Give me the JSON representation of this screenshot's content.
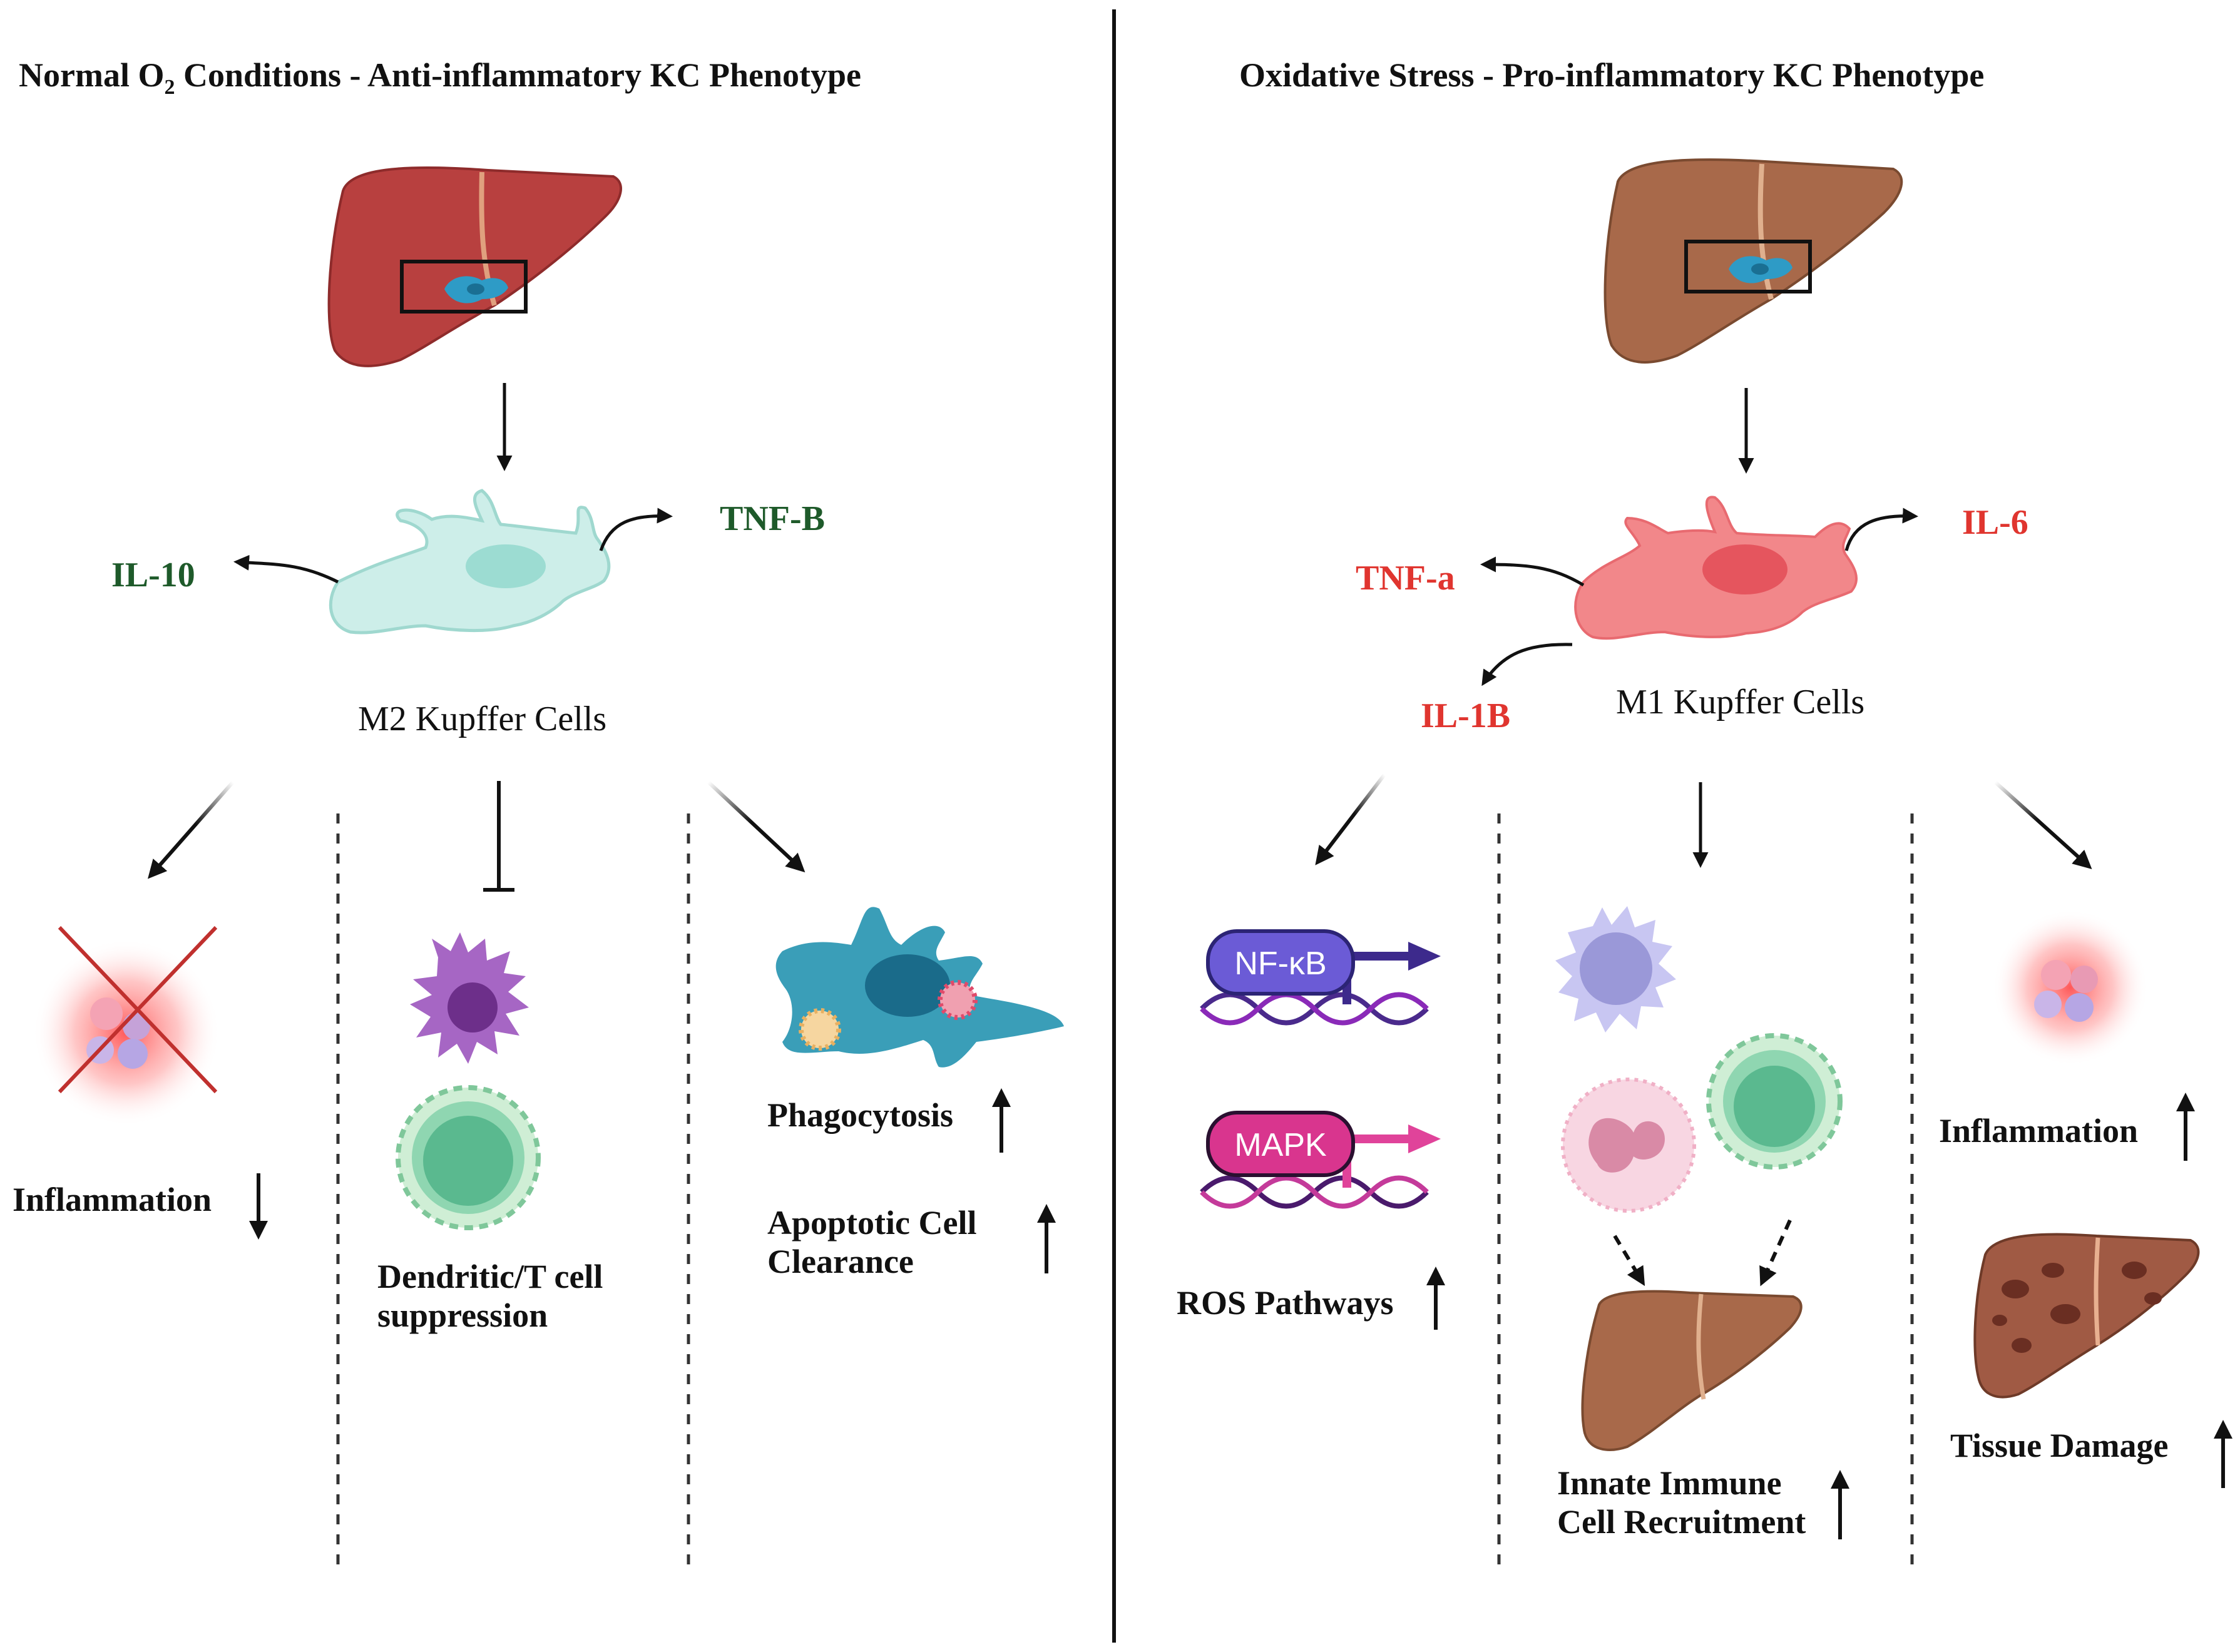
{
  "left_panel": {
    "title_prefix": "Normal O",
    "title_subscript": "2",
    "title_suffix": " Conditions - Anti-inflammatory KC Phenotype",
    "cell_label": "M2 Kupffer Cells",
    "cytokines": [
      "IL-10",
      "TNF-B"
    ],
    "outcomes": [
      {
        "lines": [
          "Inflammation"
        ],
        "direction": "down"
      },
      {
        "lines": [
          "Dendritic/T cell",
          "suppression"
        ],
        "direction": "inhibit"
      },
      {
        "lines": [
          "Phagocytosis"
        ],
        "direction": "up"
      },
      {
        "lines": [
          "Apoptotic Cell",
          "Clearance"
        ],
        "direction": "up"
      }
    ]
  },
  "right_panel": {
    "title": "Oxidative Stress - Pro-inflammatory KC Phenotype",
    "cell_label": "M1 Kupffer Cells",
    "cytokines": [
      "TNF-a",
      "IL-6",
      "IL-1B"
    ],
    "pathways": [
      "NF-κB",
      "MAPK"
    ],
    "outcomes": [
      {
        "lines": [
          "ROS Pathways"
        ],
        "direction": "up"
      },
      {
        "lines": [
          "Innate Immune",
          "Cell Recruitment"
        ],
        "direction": "up"
      },
      {
        "lines": [
          "Inflammation"
        ],
        "direction": "up"
      },
      {
        "lines": [
          "Tissue Damage"
        ],
        "direction": "up"
      }
    ]
  },
  "colors": {
    "m2_liver": "#b8403f",
    "m1_liver": "#a8694a",
    "m2_cell": "#cdeee9",
    "m1_cell": "#f2878a",
    "anti_cytokine": "#1e5a2a",
    "pro_cytokine": "#e0352f",
    "nfkb_pill": "#6b5bd6",
    "mapk_pill": "#d9358e"
  }
}
